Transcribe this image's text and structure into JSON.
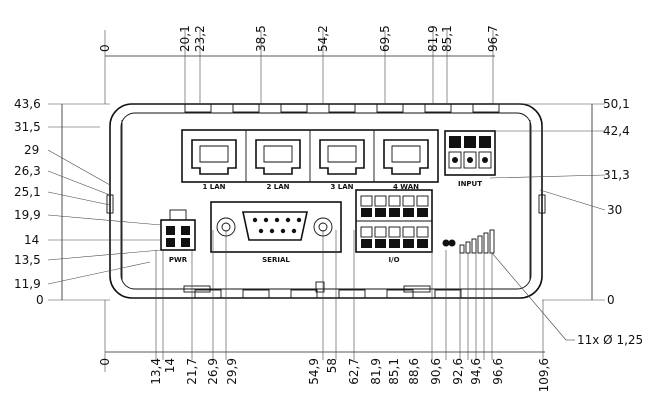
{
  "top_dims": [
    "0",
    "20,1",
    "23,2",
    "38,5",
    "54,2",
    "69,5",
    "81,9",
    "85,1",
    "96,7"
  ],
  "bottom_dims": [
    "0",
    "13,4",
    "14",
    "21,7",
    "26,9",
    "29,9",
    "54,9",
    "58",
    "62,7",
    "81,9",
    "85,1",
    "88,6",
    "90,6",
    "92,6",
    "94,6",
    "96,6",
    "109,6"
  ],
  "left_dims": [
    "43,6",
    "31,5",
    "29",
    "26,3",
    "25,1",
    "19,9",
    "14",
    "13,5",
    "11,9",
    "0"
  ],
  "right_dims": [
    "50,1",
    "42,4",
    "31,3",
    "30",
    "0"
  ],
  "hole_note": "11x Ø 1,25",
  "port_labels": {
    "lan1": "1 LAN",
    "lan2": "2 LAN",
    "lan3": "3 LAN",
    "wan": "4 WAN",
    "power": "PWR",
    "serial": "SERIAL",
    "io": "I/O",
    "relay": "INPUT"
  }
}
